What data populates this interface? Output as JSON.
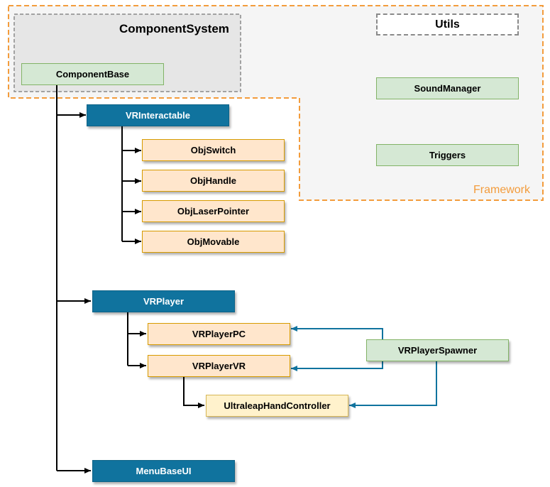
{
  "groups": {
    "component_system": "ComponentSystem",
    "utils": "Utils",
    "framework": "Framework"
  },
  "nodes": {
    "component_base": "ComponentBase",
    "sound_manager": "SoundManager",
    "triggers": "Triggers",
    "vr_interactable": "VRInteractable",
    "obj_switch": "ObjSwitch",
    "obj_handle": "ObjHandle",
    "obj_laser_pointer": "ObjLaserPointer",
    "obj_movable": "ObjMovable",
    "vr_player": "VRPlayer",
    "vr_player_pc": "VRPlayerPC",
    "vr_player_vr": "VRPlayerVR",
    "vr_player_spawner": "VRPlayerSpawner",
    "ultraleap_hand_controller": "UltraleapHandController",
    "menu_base_ui": "MenuBaseUI"
  },
  "colors": {
    "framework_border": "#f39c3c",
    "group_fill": "#f5f5f5",
    "component_system_fill": "#e6e6e6",
    "dashed_gray": "#8a8a8a",
    "inheritance_line": "#000000",
    "spawner_line": "#10739e"
  }
}
